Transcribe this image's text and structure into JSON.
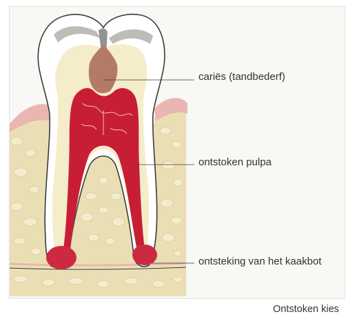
{
  "figure": {
    "labels": {
      "caries": "cariës (tandbederf)",
      "pulp": "ontstoken pulpa",
      "bone": "ontsteking van het kaakbot"
    },
    "caption": "Ontstoken kies"
  },
  "colors": {
    "panel_background": "#f8f8f4",
    "bone": "#eadfb4",
    "bone_cells": "#f4eccf",
    "gum": "#e9b6b1",
    "dentin": "#f5ecc9",
    "enamel": "#ffffff",
    "enamel_shadow": "#a8a59f",
    "pulp_inflamed": "#c81e35",
    "abscess": "#cc2a40",
    "caries": "#b47a68",
    "outline": "#3a3a3a"
  }
}
